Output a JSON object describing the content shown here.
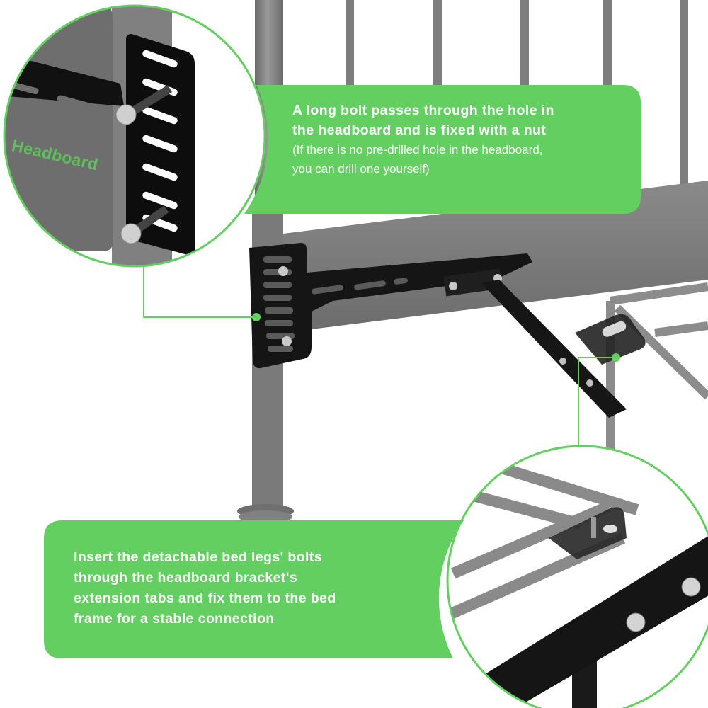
{
  "colors": {
    "accent_green": "#63cf61",
    "callout_line": "#63cf61",
    "frame_gray": "#7b7b7b",
    "frame_dark_gray": "#5e5e5e",
    "bracket_black": "#141414",
    "headboard_gray": "#6e6e6e",
    "text_white": "#ffffff",
    "headboard_label_green": "#5fbf5c"
  },
  "inset_top_left": {
    "label": "Headboard"
  },
  "callout_top": {
    "title_lines": [
      "A long bolt passes through the hole in",
      "the headboard and is fixed with a nut"
    ],
    "note_lines": [
      "(If there is no pre-drilled hole in the headboard,",
      "you can drill one yourself)"
    ]
  },
  "callout_bottom": {
    "text_lines": [
      "Insert the detachable bed legs' bolts",
      "through the headboard bracket's",
      "extension tabs and fix them to the bed",
      "frame for a stable connection"
    ]
  }
}
